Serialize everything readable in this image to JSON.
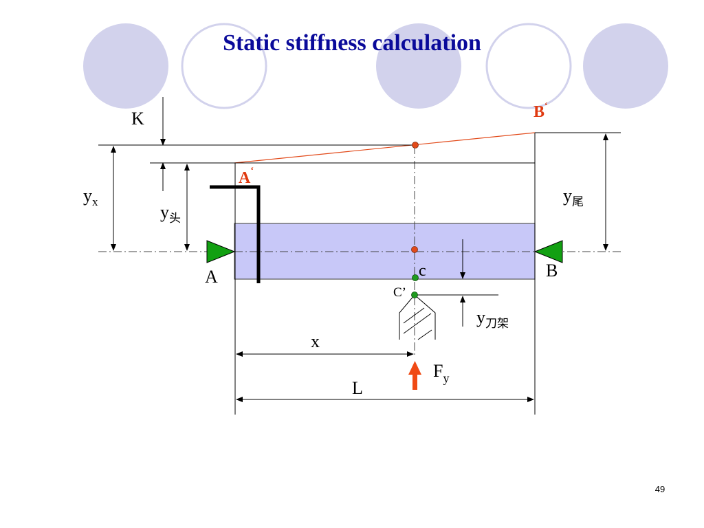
{
  "slide": {
    "title": "Static stiffness calculation",
    "page_number": "49"
  },
  "labels": {
    "K": "K",
    "y_x_main": "y",
    "y_x_sub": "x",
    "y_head_main": "y",
    "y_head_sub": "头",
    "y_tail_main": "y",
    "y_tail_sub": "尾",
    "y_toolpost_main": "y",
    "y_toolpost_sub": "刀架",
    "A_prime_main": "A",
    "A_prime_mark": "‘",
    "B_prime_main": "B",
    "B_prime_mark": "‘",
    "A": "A",
    "B": "B",
    "c": "c",
    "C_prime": "C’",
    "x": "x",
    "L": "L",
    "F_main": "F",
    "F_sub": "y"
  },
  "colors": {
    "title": "#0a0a9a",
    "deco_fill": "#d2d2ec",
    "deco_stroke": "#d2d2ec",
    "workpiece_fill": "#c8c8f8",
    "deflection_line": "#e24a1a",
    "point_red": "#e24a1a",
    "point_green": "#1e9a1e",
    "support_green": "#12a012",
    "arrow_force": "#f04a14",
    "label_red": "#e03a10"
  }
}
